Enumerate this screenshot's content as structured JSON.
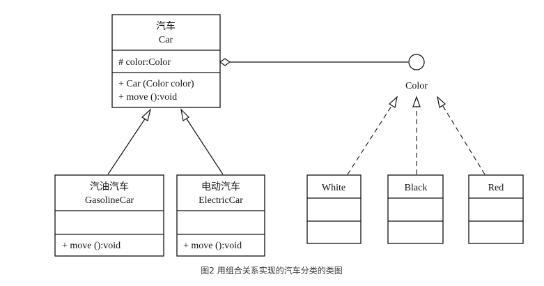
{
  "car": {
    "name_cn": "汽车",
    "name_en": "Car",
    "attribute": "# color:Color",
    "op_constructor": "+ Car (Color color)",
    "op_move": "+ move ():void"
  },
  "gasoline_car": {
    "name_cn": "汽油汽车",
    "name_en": "GasolineCar",
    "op_move": "+ move ():void"
  },
  "electric_car": {
    "name_cn": "电动汽车",
    "name_en": "ElectricCar",
    "op_move": "+ move ():void"
  },
  "color_interface": {
    "label": "Color"
  },
  "colors": [
    {
      "name": "White"
    },
    {
      "name": "Black"
    },
    {
      "name": "Red"
    }
  ],
  "caption": "图2 用组合关系实现的汽车分类的类图"
}
